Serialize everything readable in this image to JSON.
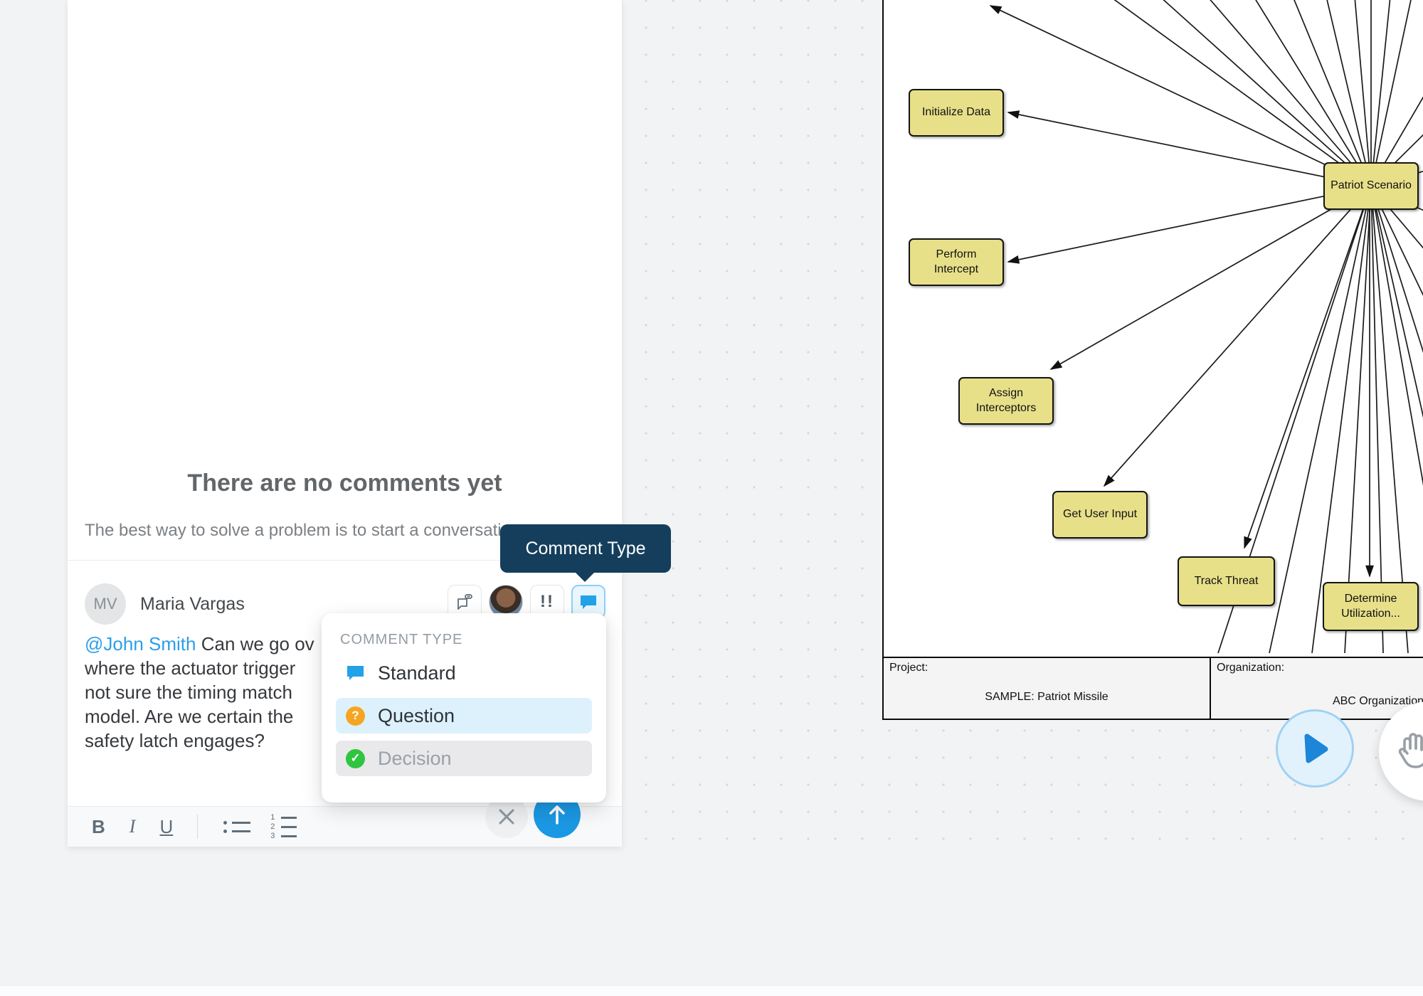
{
  "comments_panel": {
    "empty_state": {
      "title": "There are no comments yet",
      "subtitle": "The best way to solve a problem is to start a conversation."
    },
    "composer": {
      "avatar_initials": "MV",
      "author": "Maria Vargas",
      "mention": "@John Smith",
      "comment_lines": {
        "l1": "Can we go ov",
        "l2": "where the actuator trigger",
        "l3": "not sure the timing match",
        "l4": "model. Are we certain the",
        "l5": "safety latch engages?"
      },
      "header_icons": [
        "comment-link-icon",
        "user-avatar-photo",
        "priority-icon",
        "comment-type-icon"
      ],
      "priority_glyph": "!!",
      "toolbar": {
        "bold": "B",
        "italic": "I",
        "underline": "U",
        "icons": [
          "bullet-list-icon",
          "numbered-list-icon",
          "close-icon",
          "send-icon"
        ]
      }
    },
    "tooltip": "Comment Type",
    "comment_type_menu": {
      "header": "COMMENT TYPE",
      "items": [
        {
          "label": "Standard",
          "icon": "speech-bubble-icon",
          "state": "normal"
        },
        {
          "label": "Question",
          "icon": "question-icon",
          "state": "highlighted"
        },
        {
          "label": "Decision",
          "icon": "check-icon",
          "state": "disabled"
        }
      ],
      "question_glyph": "?",
      "check_glyph": "✓"
    }
  },
  "canvas": {
    "diagram": {
      "hub": {
        "label": "Patriot Scenario"
      },
      "nodes": [
        {
          "label": "Initialize Data"
        },
        {
          "label": "Perform Intercept"
        },
        {
          "label": "Assign Interceptors"
        },
        {
          "label": "Get User Input"
        },
        {
          "label": "Track Threat"
        },
        {
          "label": "Determine Utilization..."
        }
      ],
      "footer": {
        "project_label": "Project:",
        "project_value": "SAMPLE: Patriot Missile",
        "organization_label": "Organization:",
        "organization_value": "ABC Organization"
      }
    },
    "controls": [
      "run-play-button",
      "pan-hand-button"
    ]
  },
  "colors": {
    "accent_blue": "#1b98e4",
    "tooltip_navy": "#143e5c",
    "node_yellow": "#e7e089",
    "question_orange": "#f6a522",
    "decision_green": "#2fc53f",
    "highlight_row": "#ddf1fd"
  }
}
